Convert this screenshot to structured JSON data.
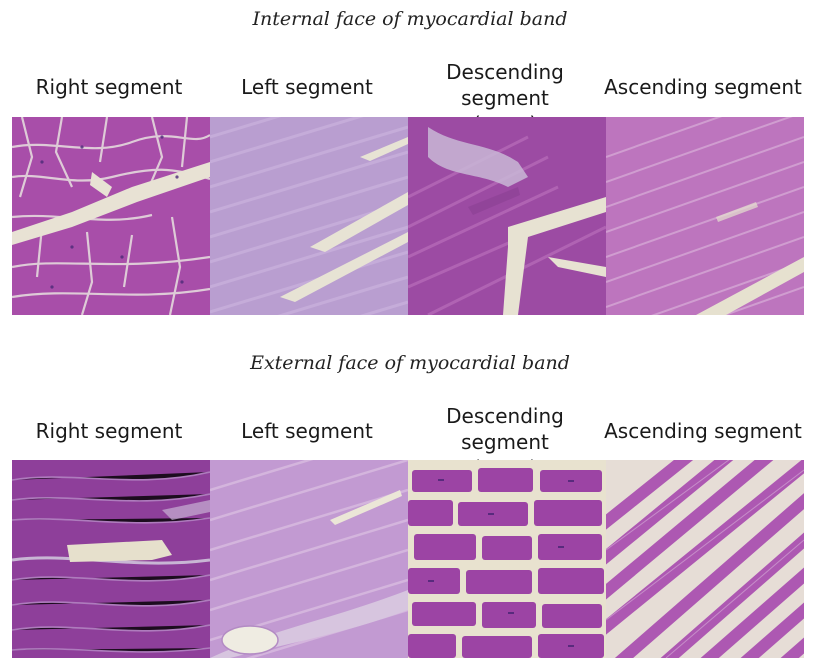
{
  "sections": [
    {
      "title": "Internal face of myocardial band",
      "columns": [
        {
          "label_line1": "Right segment",
          "label_line2": ""
        },
        {
          "label_line1": "Left segment",
          "label_line2": ""
        },
        {
          "label_line1": "Descending segment",
          "label_line2": "(apex)"
        },
        {
          "label_line1": "Ascending segment",
          "label_line2": ""
        }
      ]
    },
    {
      "title": "External face of myocardial band",
      "columns": [
        {
          "label_line1": "Right segment",
          "label_line2": ""
        },
        {
          "label_line1": "Left segment",
          "label_line2": ""
        },
        {
          "label_line1": "Descending segment",
          "label_line2": "(apex)"
        },
        {
          "label_line1": "Ascending segment",
          "label_line2": ""
        }
      ]
    }
  ],
  "colors": {
    "tissue_dark": "#a04aa8",
    "tissue_mid": "#b968b9",
    "tissue_light": "#c48ec8",
    "gap": "#e6e2d0",
    "nuclei": "#4a2a7a"
  }
}
